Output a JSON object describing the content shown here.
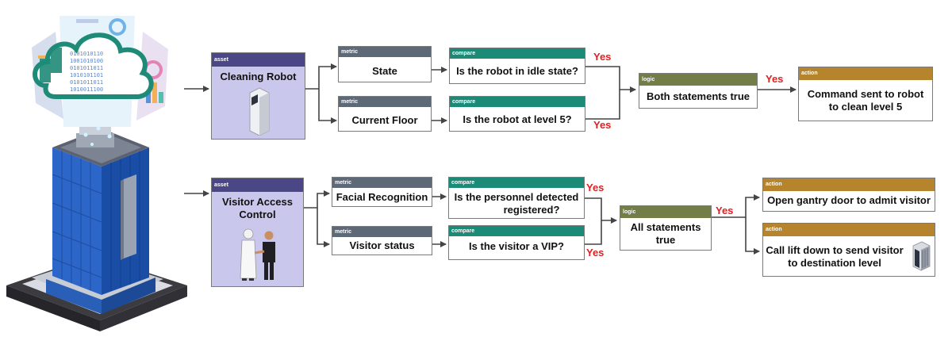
{
  "colors": {
    "asset_header": "#4b4786",
    "asset_body": "#c9c7ec",
    "metric_header": "#5e6978",
    "compare_header": "#1b8a76",
    "logic_header": "#727d48",
    "action_header": "#b5842c",
    "yes_label": "#e02020",
    "connector": "#444444"
  },
  "illustration": {
    "building": "office-tower-icon",
    "cloud": "cloud-data-icon",
    "robot": "cleaning-robot-icon",
    "people": "handshake-people-icon",
    "gantry": "gantry-turnstile-icon"
  },
  "flow1": {
    "asset": {
      "tag": "asset",
      "label": "Cleaning Robot"
    },
    "metric_state": {
      "tag": "metric",
      "label": "State"
    },
    "metric_floor": {
      "tag": "metric",
      "label": "Current Floor"
    },
    "compare_idle": {
      "tag": "compare",
      "label": "Is the robot in idle state?"
    },
    "compare_level": {
      "tag": "compare",
      "label": "Is the robot at level 5?"
    },
    "yes_idle": "Yes",
    "yes_level": "Yes",
    "logic": {
      "tag": "logic",
      "label": "Both statements true"
    },
    "yes_logic": "Yes",
    "action": {
      "tag": "action",
      "line1": "Command sent to robot",
      "line2": "to clean level 5"
    }
  },
  "flow2": {
    "asset": {
      "tag": "asset",
      "line1": "Visitor Access",
      "line2": "Control"
    },
    "metric_face": {
      "tag": "metric",
      "label": "Facial Recognition"
    },
    "metric_status": {
      "tag": "metric",
      "label": "Visitor status"
    },
    "compare_registered": {
      "tag": "compare",
      "line1": "Is the personnel detected",
      "line2": "registered?"
    },
    "compare_vip": {
      "tag": "compare",
      "label": "Is the visitor a VIP?"
    },
    "yes_registered": "Yes",
    "yes_vip": "Yes",
    "logic": {
      "tag": "logic",
      "line1": "All statements",
      "line2": "true"
    },
    "yes_logic": "Yes",
    "action_gantry": {
      "tag": "action",
      "label": "Open gantry door to admit visitor"
    },
    "action_lift": {
      "tag": "action",
      "line1": "Call lift down to send visitor",
      "line2": "to destination level"
    }
  }
}
